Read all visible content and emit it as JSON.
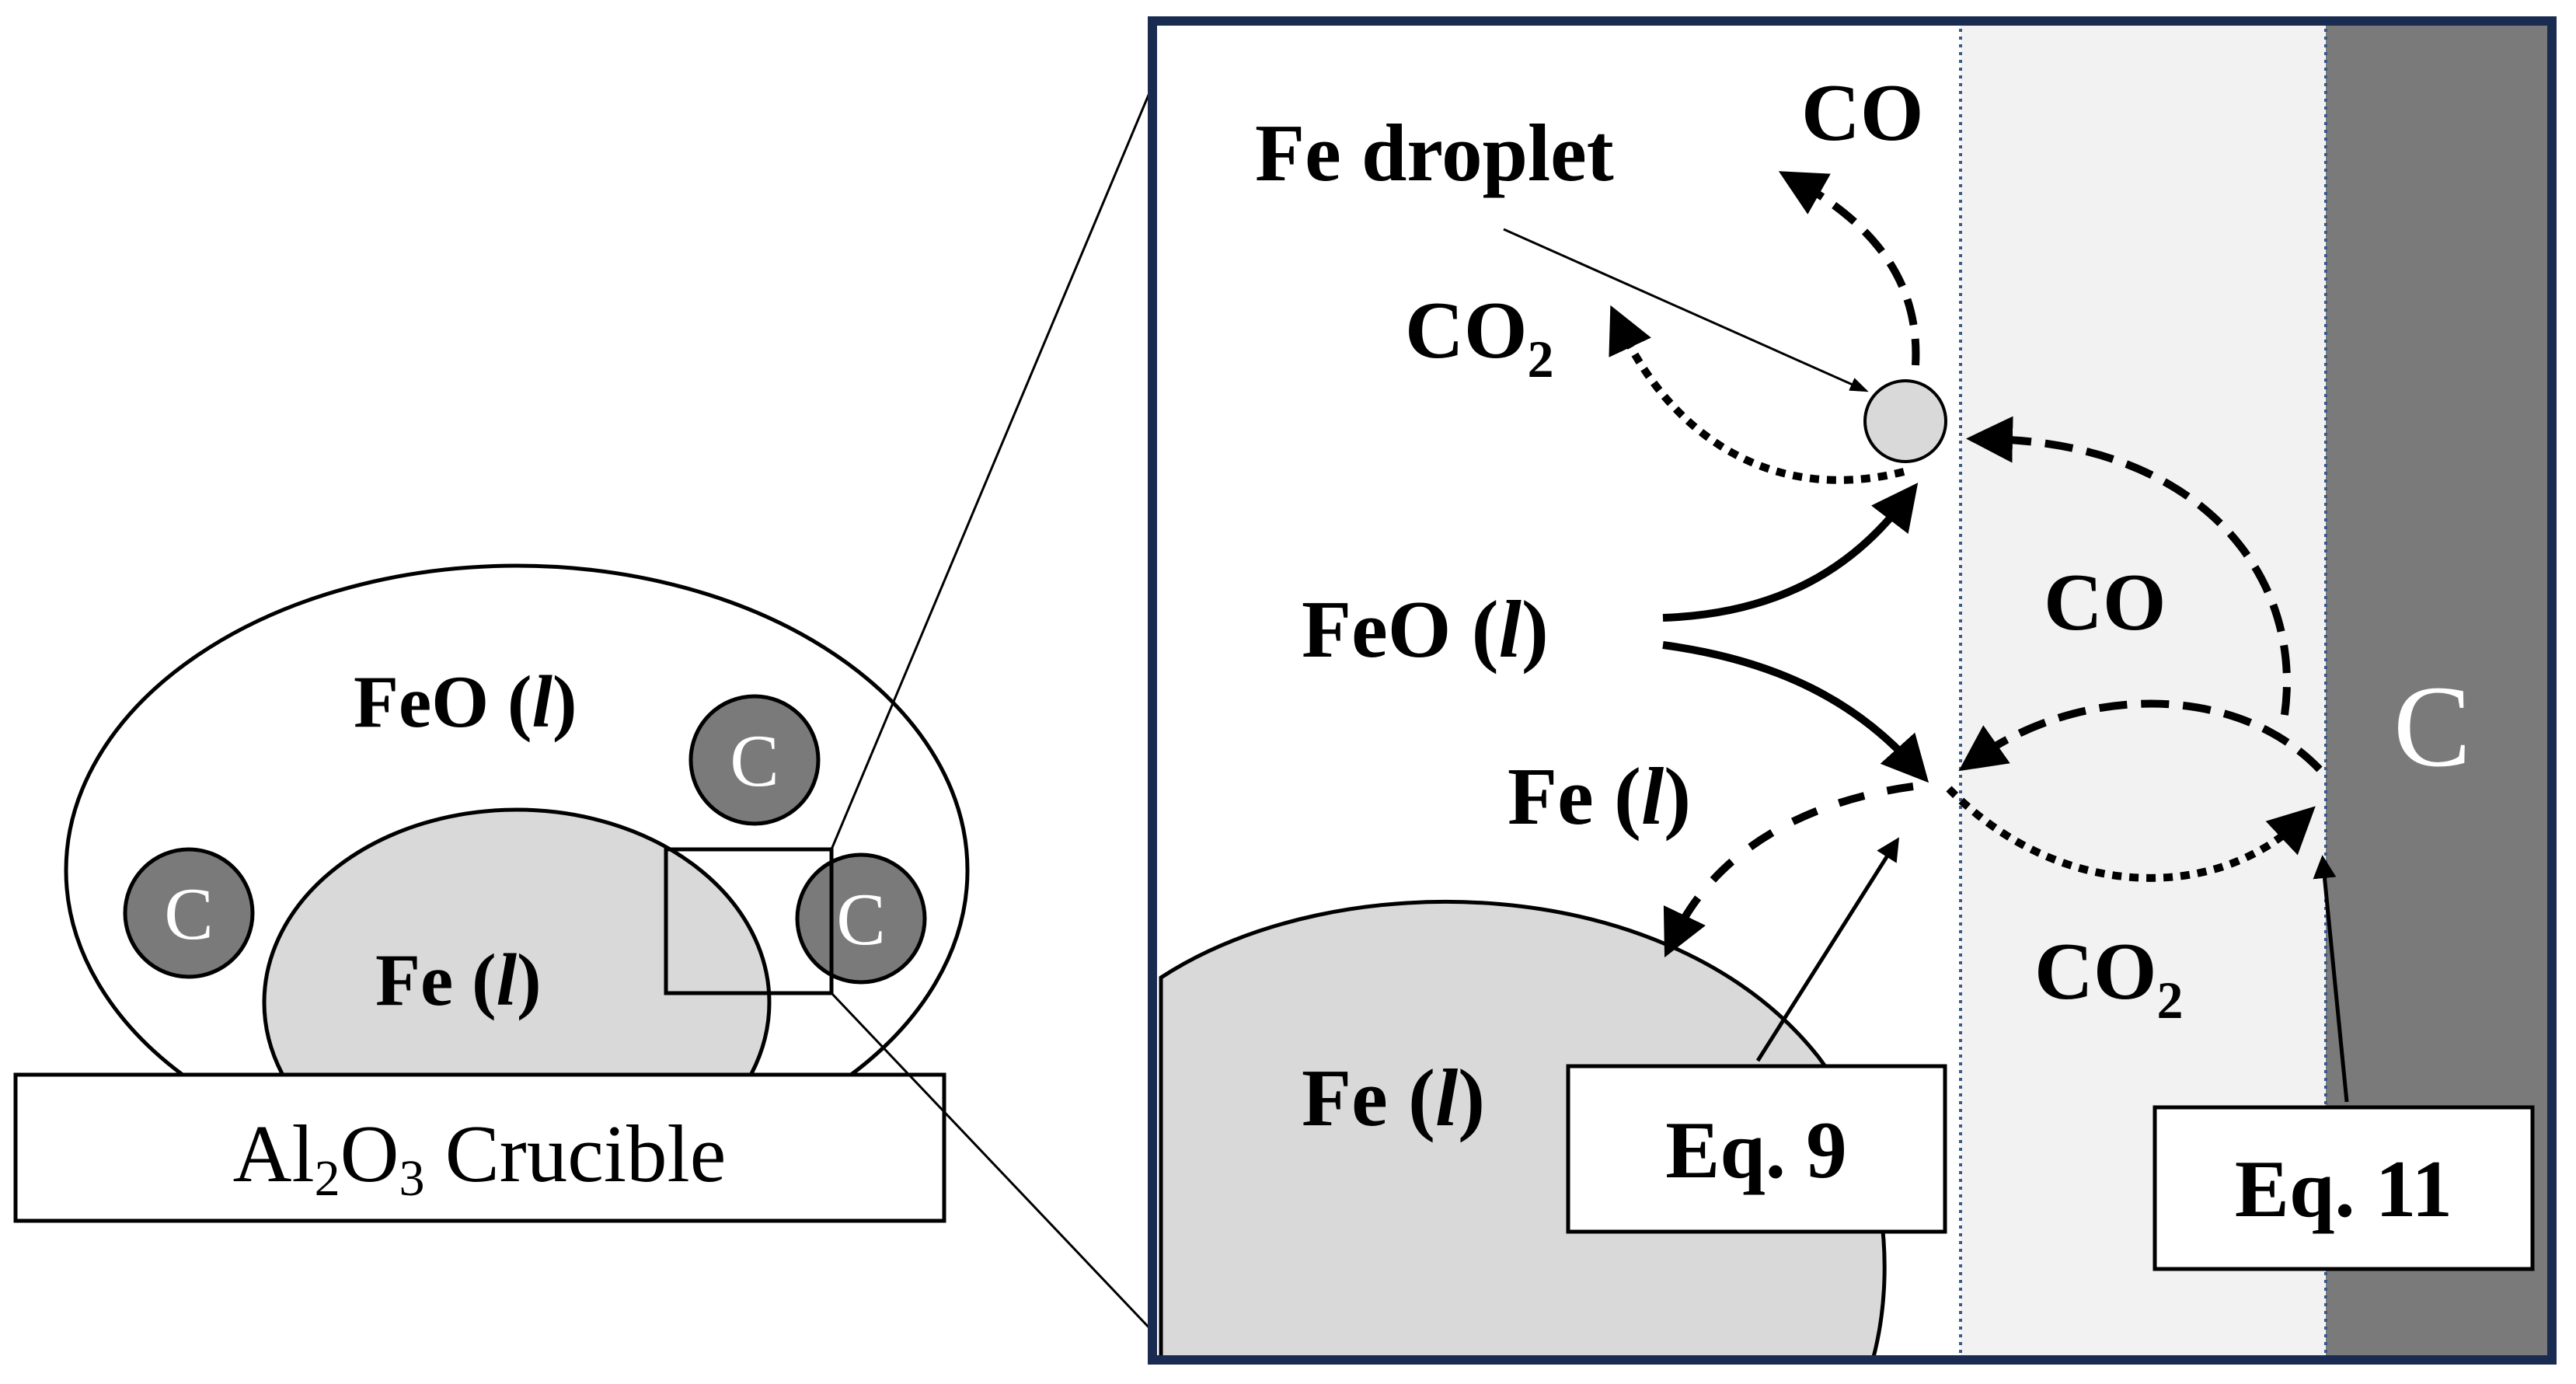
{
  "colors": {
    "frame": "#1a2b52",
    "iron_fill": "#d9d9d9",
    "carbon_fill": "#7a7a7a",
    "gap_fill": "#f2f2f2",
    "outline": "#000000",
    "divider": "#3a5a8c"
  },
  "overview": {
    "slag_label_main": "FeO (",
    "slag_label_italic": "l",
    "slag_label_end": ")",
    "iron_label_main": "Fe (",
    "iron_label_italic": "l",
    "iron_label_end": ")",
    "carbon_label": "C",
    "crucible_pre": "Al",
    "crucible_sub1": "2",
    "crucible_mid": "O",
    "crucible_sub2": "3",
    "crucible_post": " Crucible"
  },
  "detail": {
    "droplet_label": "Fe droplet",
    "co_top": "CO",
    "co2_top_base": "CO",
    "co2_top_sub": "2",
    "feo_main": "FeO (",
    "feo_italic": "l",
    "feo_end": ")",
    "fe_mid_main": "Fe (",
    "fe_mid_italic": "l",
    "fe_mid_end": ")",
    "fe_pool_main": "Fe (",
    "fe_pool_italic": "l",
    "fe_pool_end": ")",
    "co_right": "CO",
    "co2_right_base": "CO",
    "co2_right_sub": "2",
    "carbon_wall": "C",
    "eq9": "Eq. 9",
    "eq11": "Eq. 11"
  }
}
